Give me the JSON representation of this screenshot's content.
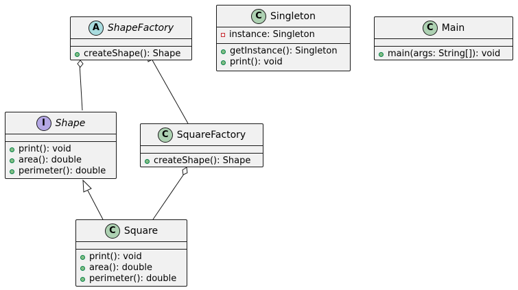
{
  "diagram": {
    "kind_colors": {
      "C": "#add1b2",
      "A": "#a9dcdf",
      "I": "#b4a7e5"
    },
    "classes": {
      "shapefactory": {
        "kind": "A",
        "name": "ShapeFactory",
        "italic": true,
        "fields": [],
        "methods": [
          {
            "vis": "public",
            "text": "createShape(): Shape"
          }
        ]
      },
      "singleton": {
        "kind": "C",
        "name": "Singleton",
        "italic": false,
        "fields": [
          {
            "vis": "private",
            "text": "instance: Singleton"
          }
        ],
        "methods": [
          {
            "vis": "public",
            "text": "getInstance(): Singleton"
          },
          {
            "vis": "public",
            "text": "print(): void"
          }
        ]
      },
      "main": {
        "kind": "C",
        "name": "Main",
        "italic": false,
        "fields": [],
        "methods": [
          {
            "vis": "public",
            "text": "main(args: String[]): void"
          }
        ]
      },
      "shape": {
        "kind": "I",
        "name": "Shape",
        "italic": true,
        "fields": [],
        "methods": [
          {
            "vis": "public",
            "text": "print(): void"
          },
          {
            "vis": "public",
            "text": "area(): double"
          },
          {
            "vis": "public",
            "text": "perimeter(): double"
          }
        ]
      },
      "squarefactory": {
        "kind": "C",
        "name": "SquareFactory",
        "italic": false,
        "fields": [],
        "methods": [
          {
            "vis": "public",
            "text": "createShape(): Shape"
          }
        ]
      },
      "square": {
        "kind": "C",
        "name": "Square",
        "italic": false,
        "fields": [],
        "methods": [
          {
            "vis": "public",
            "text": "print(): void"
          },
          {
            "vis": "public",
            "text": "area(): double"
          },
          {
            "vis": "public",
            "text": "perimeter(): double"
          }
        ]
      }
    },
    "relations": [
      {
        "from": "shapefactory",
        "to": "shape",
        "type": "aggregation"
      },
      {
        "from": "shapefactory",
        "to": "squarefactory",
        "type": "inheritance"
      },
      {
        "from": "shape",
        "to": "square",
        "type": "inheritance"
      },
      {
        "from": "squarefactory",
        "to": "square",
        "type": "aggregation"
      }
    ]
  }
}
